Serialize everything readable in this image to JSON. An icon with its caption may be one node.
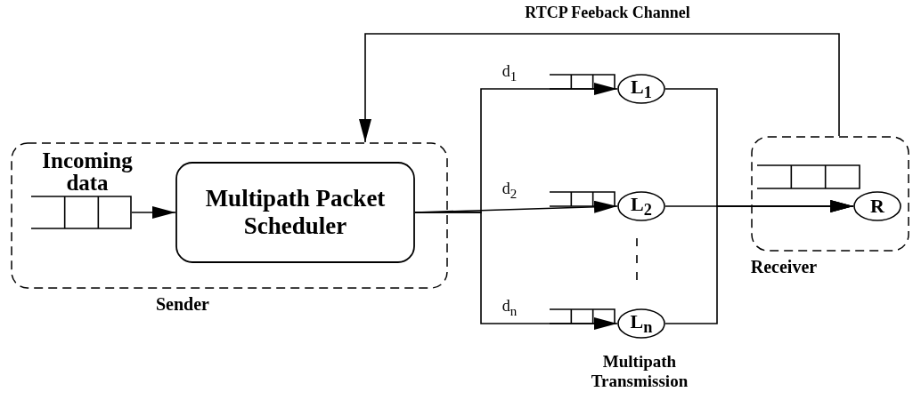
{
  "diagram": {
    "nodes": [
      {
        "text": [
          "Sender"
        ]
      },
      {
        "text": [
          "Incoming data"
        ],
        "in": 0
      },
      {
        "text": [
          "Multipath Packet Scheduler"
        ],
        "in": 0
      },
      {
        "text": [
          "L$_{1}$"
        ]
      },
      {
        "text": [
          "L$_{2}$"
        ]
      },
      {
        "text": [
          "L$_{n}$"
        ]
      },
      {
        "text": [
          "Receiver"
        ]
      },
      {
        "text": [
          "R"
        ],
        "in": 6
      }
    ],
    "edges": [
      {
        "from": 1,
        "to": 2,
        "arrow": "to"
      },
      {
        "from": 2,
        "to": 3,
        "arrow": "to"
      },
      {
        "from": 2,
        "to": 4,
        "arrow": "to"
      },
      {
        "from": 2,
        "to": 5,
        "arrow": "to"
      },
      {
        "from": 3,
        "to": 7,
        "arrow": "to"
      },
      {
        "from": 4,
        "to": 7,
        "arrow": "to"
      },
      {
        "from": 5,
        "to": 7,
        "arrow": "to"
      },
      {
        "from": 6,
        "to": 0,
        "arrow": "to",
        "label": "RTCP Feeback Channel"
      }
    ],
    "labels": [
      "d$_{1}$",
      "d$_{2}$",
      "d$_{n}$",
      "Multipath Transmission"
    ]
  }
}
